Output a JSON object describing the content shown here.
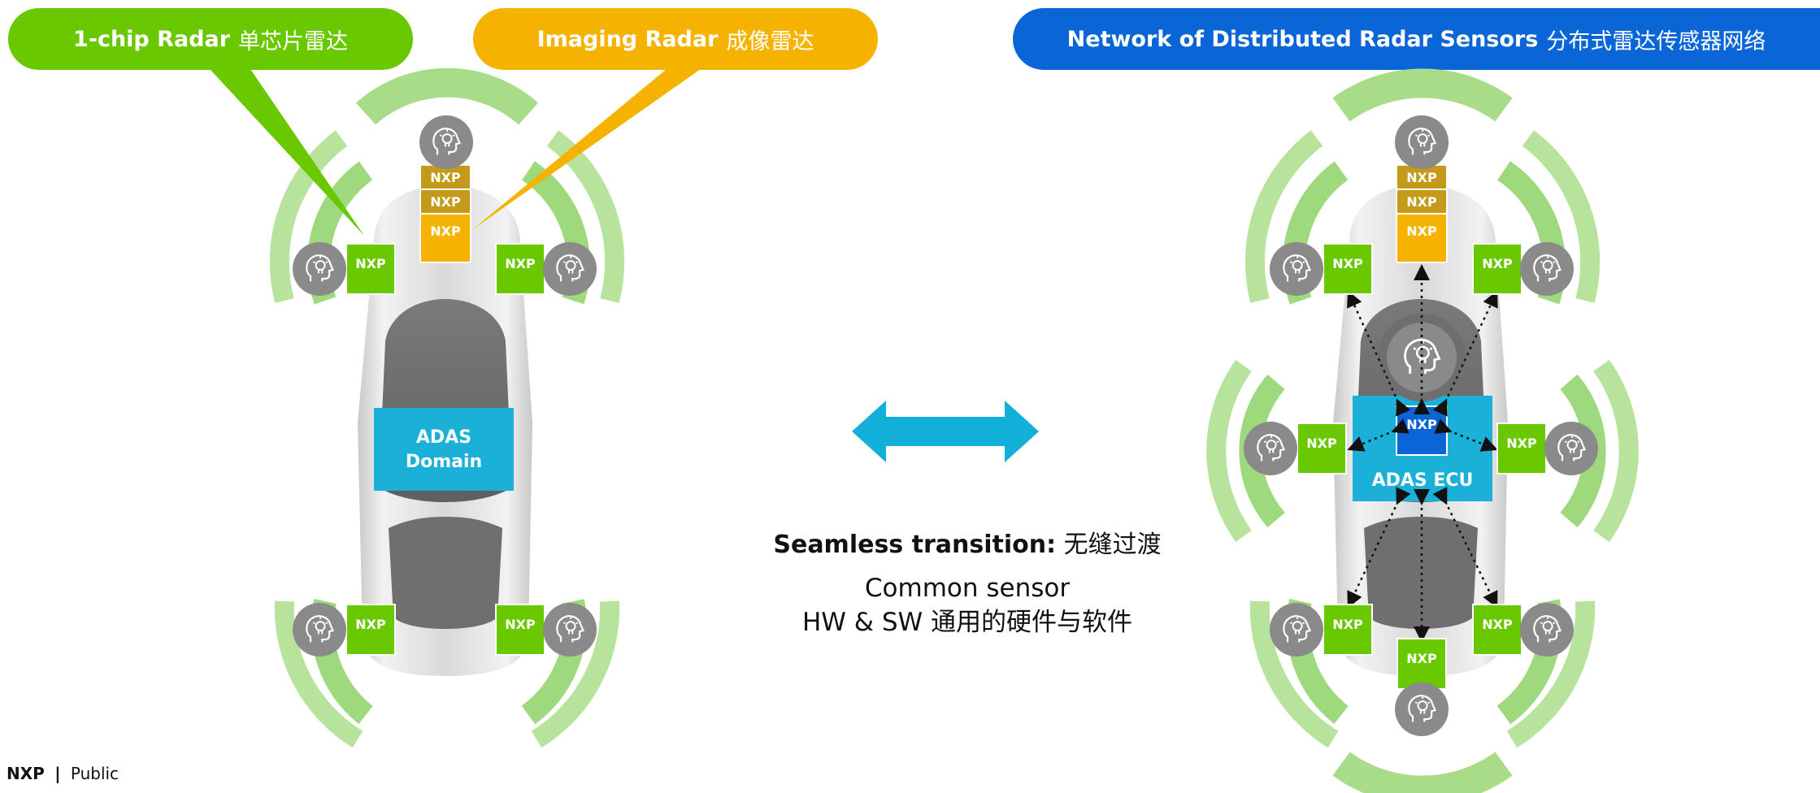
{
  "pills": {
    "one_chip": {
      "bold": "1-chip Radar",
      "cn": "单芯片雷达",
      "color": "#69c800"
    },
    "imaging": {
      "bold": "Imaging Radar",
      "cn": "成像雷达",
      "color": "#f5b300"
    },
    "network": {
      "bold": "Network of Distributed Radar Sensors",
      "cn": "分布式雷达传感器网络",
      "color": "#0a66d6"
    }
  },
  "left_car": {
    "domain_line1": "ADAS",
    "domain_line2": "Domain"
  },
  "right_car": {
    "ecu_label": "ADAS ECU"
  },
  "chip_logo": "NXP",
  "center": {
    "transition_bold": "Seamless transition:",
    "transition_cn": "无缝过渡",
    "common_line1": "Common sensor",
    "common_line2": "HW & SW 通用的硬件与软件"
  },
  "footer": {
    "brand": "NXP",
    "separator": "|",
    "classification": "Public"
  },
  "colors": {
    "green": "#69c800",
    "yellow": "#f5b300",
    "blue": "#0a66d6",
    "cyan": "#1ab0d8",
    "arrow": "#12b0d9",
    "gray": "#8a8a8a"
  },
  "icons": [
    "brain-bulb-icon",
    "double-arrow-icon"
  ]
}
